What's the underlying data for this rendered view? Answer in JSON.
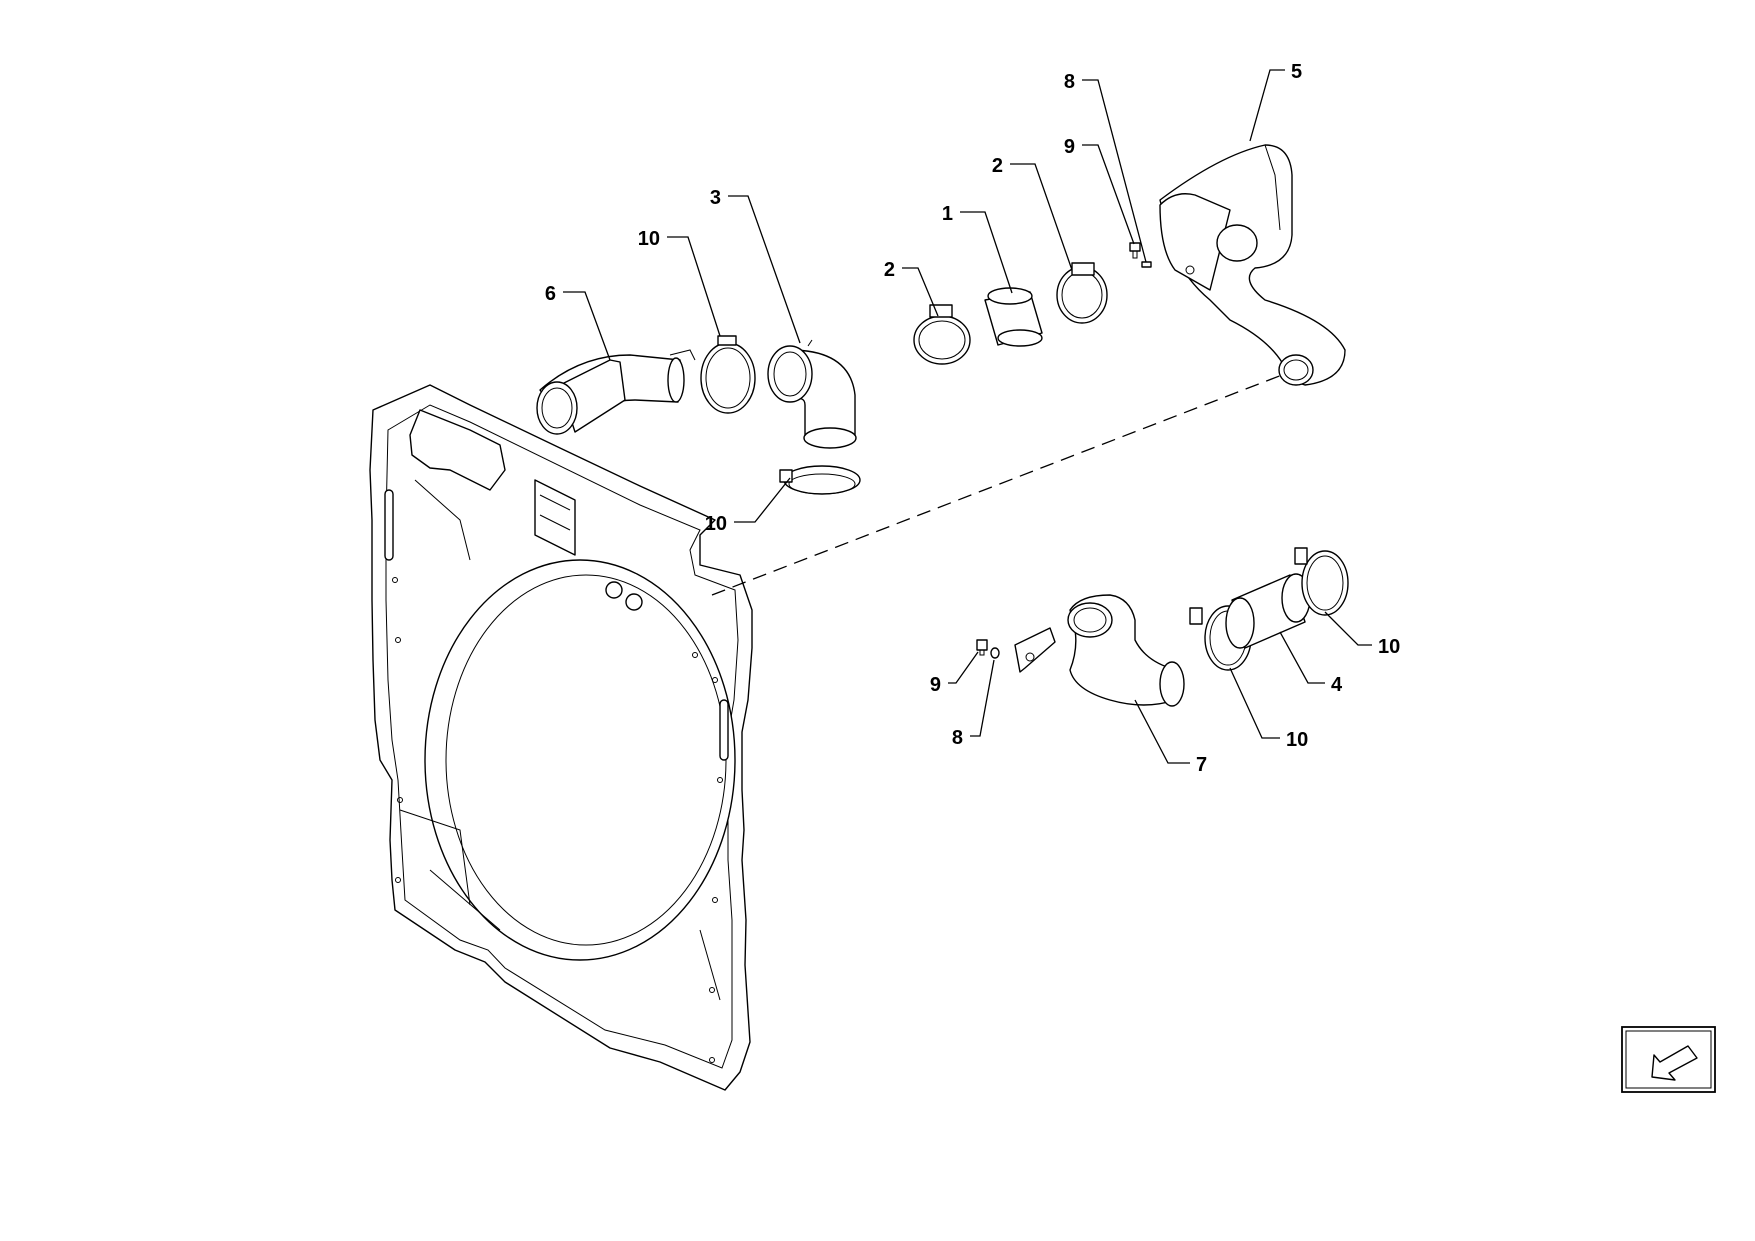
{
  "diagram": {
    "callouts": [
      {
        "label": "1"
      },
      {
        "label": "2"
      },
      {
        "label": "2"
      },
      {
        "label": "3"
      },
      {
        "label": "4"
      },
      {
        "label": "5"
      },
      {
        "label": "6"
      },
      {
        "label": "7"
      },
      {
        "label": "8"
      },
      {
        "label": "8"
      },
      {
        "label": "9"
      },
      {
        "label": "9"
      },
      {
        "label": "10"
      },
      {
        "label": "10"
      },
      {
        "label": "10"
      },
      {
        "label": "10"
      }
    ],
    "nav_icon": "arrow-down-left-icon",
    "colors": {
      "line": "#000000",
      "background": "#ffffff"
    }
  }
}
